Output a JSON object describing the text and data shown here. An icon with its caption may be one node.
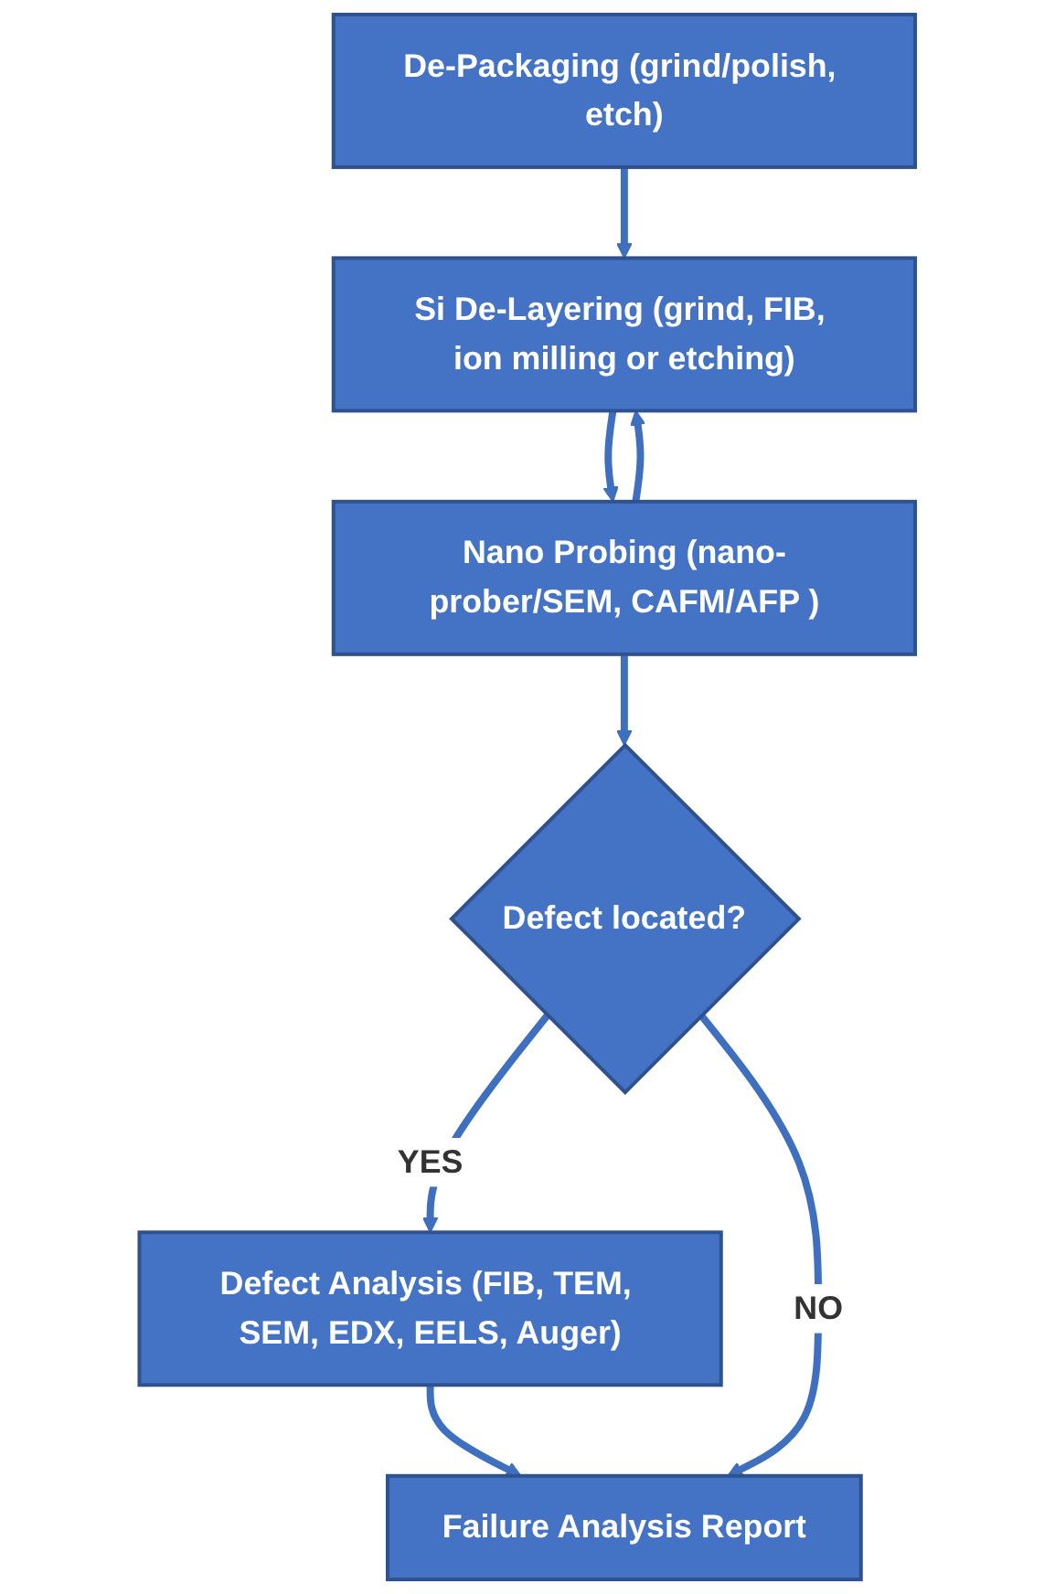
{
  "diagram": {
    "nodes": [
      {
        "text": [
          "De-Packaging (grind/polish, etch)"
        ]
      },
      {
        "text": [
          "Si De-Layering (grind, FIB, ion milling or etching)"
        ]
      },
      {
        "text": [
          "Nano Probing (nano-prober/SEM, CAFM/AFP )"
        ]
      },
      {
        "text": [
          "Defect located?"
        ]
      },
      {
        "text": [
          "Defect Analysis (FIB, TEM, SEM, EDX, EELS, Auger)"
        ]
      },
      {
        "text": [
          "Failure Analysis Report"
        ]
      }
    ],
    "edges": [
      {
        "from": 0,
        "to": 1,
        "arrow": "to"
      },
      {
        "from": 1,
        "to": 2,
        "arrow": "to"
      },
      {
        "from": 2,
        "to": 1,
        "arrow": "to"
      },
      {
        "from": 2,
        "to": 3,
        "arrow": "to"
      },
      {
        "from": 3,
        "to": 4,
        "arrow": "to",
        "label": "YES"
      },
      {
        "from": 4,
        "to": 5,
        "arrow": "to"
      },
      {
        "from": 3,
        "to": 5,
        "arrow": "to",
        "label": "NO"
      }
    ]
  }
}
